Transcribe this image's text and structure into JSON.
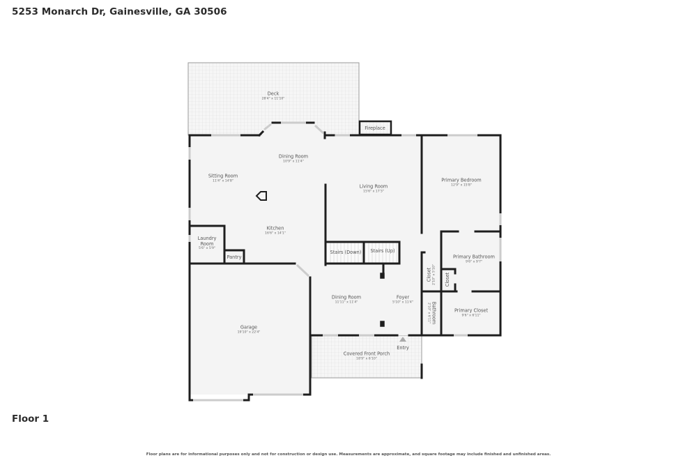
{
  "header": {
    "address": "5253 Monarch Dr, Gainesville, GA 30506"
  },
  "floor": {
    "label": "Floor 1"
  },
  "footer": {
    "disclaimer": "Floor plans are for informational purposes only and not for construction or design use. Measurements are approximate, and square footage may include finished and unfinished areas."
  },
  "colors": {
    "wall": "#1e1e1e",
    "floor": "#f4f4f4",
    "outdoor": "#f2f2f2",
    "window": "#d8d8d8",
    "text": "#555555"
  },
  "rooms": {
    "deck": {
      "name": "Deck",
      "dims": "28'4\" x 11'10\""
    },
    "fireplace": {
      "name": "Fireplace"
    },
    "dining_room_upper": {
      "name": "Dining Room",
      "dims": "10'9\" x 11'4\""
    },
    "sitting_room": {
      "name": "Sitting Room",
      "dims": "11'4\" x 14'8\""
    },
    "living_room": {
      "name": "Living Room",
      "dims": "15'6\" x 17'3\""
    },
    "primary_bedroom": {
      "name": "Primary Bedroom",
      "dims": "12'9\" x 15'8\""
    },
    "kitchen": {
      "name": "Kitchen",
      "dims": "16'6\" x 14'1\""
    },
    "laundry_room": {
      "name": "Laundry Room",
      "dims": "5'6\" x 5'9\""
    },
    "pantry": {
      "name": "Pantry"
    },
    "stairs_down": {
      "name": "Stairs (Down)"
    },
    "stairs_up": {
      "name": "Stairs (Up)"
    },
    "primary_bathroom": {
      "name": "Primary Bathroom",
      "dims": "9'6\" x 9'7\""
    },
    "closet_hall": {
      "name": "Closet",
      "dims": "2'10\" x 5'10\""
    },
    "closet_bath": {
      "name": "Closet"
    },
    "dining_room_lower": {
      "name": "Dining Room",
      "dims": "11'11\" x 11'4\""
    },
    "foyer": {
      "name": "Foyer",
      "dims": "5'10\" x 11'4\""
    },
    "bathroom": {
      "name": "Bathroom",
      "dims": "2'10\" x 6'11\""
    },
    "primary_closet": {
      "name": "Primary Closet",
      "dims": "9'6\" x 6'11\""
    },
    "garage": {
      "name": "Garage",
      "dims": "19'10\" x 22'4\""
    },
    "covered_front_porch": {
      "name": "Covered Front Porch",
      "dims": "18'9\" x 6'10\""
    }
  },
  "markers": {
    "entry": "Entry"
  }
}
